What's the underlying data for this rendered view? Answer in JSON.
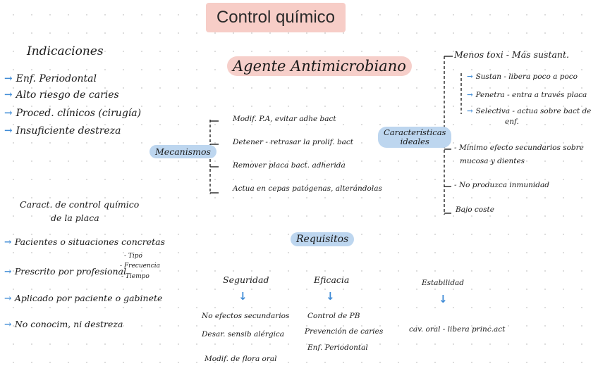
{
  "title": "Control químico",
  "agente": "Agente Antimicrobiano",
  "indicaciones": {
    "heading": "Indicaciones",
    "items": [
      "Enf. Periodontal",
      "Alto riesgo de caries",
      "Proced. clínicos (cirugía)",
      "Insuficiente destreza"
    ]
  },
  "caracteristicas_control": {
    "heading_line1": "Caract. de control químico",
    "heading_line2": "de la placa",
    "items": [
      "Pacientes o situaciones concretas",
      "Prescrito por profesional",
      "Aplicado por paciente o gabinete",
      "No conocim, ni destreza"
    ],
    "prescrito_sub": [
      "Tipo",
      "Frecuencia",
      "Tiempo"
    ]
  },
  "mecanismos": {
    "label": "Mecanismos",
    "items": [
      "Modif. P.A, evitar adhe bact",
      "Detener - retrasar la prolif. bact",
      "Remover placa bact. adherida",
      "Actua en cepas patógenas, alterándolas"
    ]
  },
  "caracteristicas_ideales": {
    "label_line1": "Características",
    "label_line2": "ideales",
    "top": "Menos toxi - Más sustant.",
    "sub": [
      "Sustan - libera poco a poco",
      "Penetra - entra a través placa",
      "Selectiva - actua sobre bact de",
      "enf."
    ],
    "items": [
      "Mínimo efecto secundarios sobre",
      "mucosa y dientes",
      "No produzca inmunidad",
      "Bajo coste"
    ]
  },
  "requisitos": {
    "label": "Requisitos",
    "seguridad": {
      "heading": "Seguridad",
      "items": [
        "No efectos secundarios",
        "Desar. sensib alérgica",
        "Modif. de flora oral"
      ]
    },
    "eficacia": {
      "heading": "Eficacia",
      "items": [
        "Control de PB",
        "Prevención de caries",
        "Enf. Periodontal"
      ]
    },
    "estabilidad": {
      "heading": "Estabilidad",
      "items": [
        "cav. oral - libera princ.act"
      ]
    }
  },
  "colors": {
    "title_bg": "#f7cdc7",
    "highlight_blue": "#bdd6ef",
    "highlight_pink": "#f6cfca",
    "arrow_blue": "#3f8bd6"
  }
}
